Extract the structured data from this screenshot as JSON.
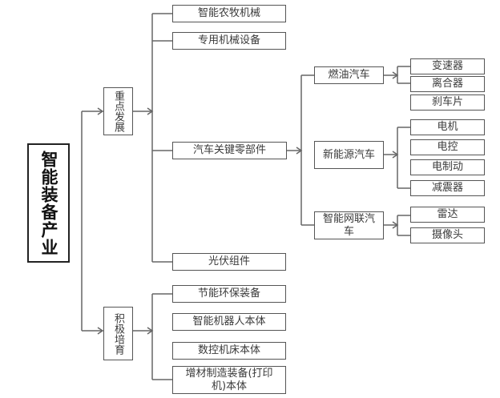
{
  "root": "智能装备产业",
  "categories": [
    {
      "label": "重点发展",
      "items": [
        {
          "label": "智能农牧机械"
        },
        {
          "label": "专用机械设备"
        },
        {
          "label": "汽车关键零部件",
          "children": [
            {
              "label": "燃油汽车",
              "parts": [
                "变速器",
                "离合器",
                "刹车片"
              ]
            },
            {
              "label": "新能源汽车",
              "parts": [
                "电机",
                "电控",
                "电制动",
                "减震器"
              ]
            },
            {
              "label": "智能网联汽车",
              "parts": [
                "雷达",
                "摄像头"
              ]
            }
          ]
        },
        {
          "label": "光伏组件"
        }
      ]
    },
    {
      "label": "积极培育",
      "items": [
        {
          "label": "节能环保装备"
        },
        {
          "label": "智能机器人本体"
        },
        {
          "label": "数控机床本体"
        },
        {
          "label": "增材制造装备(打印机)本体"
        }
      ]
    }
  ]
}
